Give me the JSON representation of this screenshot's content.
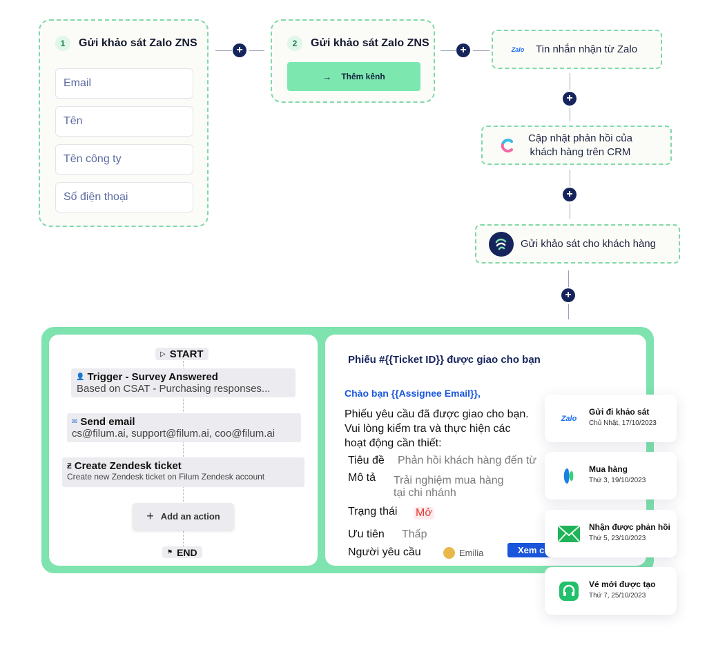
{
  "step1": {
    "number": "1",
    "title": "Gửi khảo sát Zalo ZNS",
    "fields": [
      "Email",
      "Tên",
      "Tên công ty",
      "Số điện thoại"
    ]
  },
  "step2": {
    "number": "2",
    "title": "Gửi khảo sát Zalo ZNS",
    "button_label": "Thêm kênh",
    "button_icon": "arrow-right-icon"
  },
  "flow_nodes": {
    "zalo_message": {
      "label": "Tin nhắn nhận từ Zalo",
      "icon": "zalo-icon",
      "icon_text": "Zalo"
    },
    "crm_update": {
      "label_line1": "Cập nhật phản hồi của",
      "label_line2": "khách hàng trên CRM",
      "icon": "crm-icon"
    },
    "send_survey": {
      "label": "Gửi khảo sát cho khách hàng",
      "icon": "filum-icon"
    }
  },
  "connectors": {
    "plus_symbol": "+"
  },
  "workflow": {
    "start_label": "START",
    "end_label": "END",
    "trigger_title": "Trigger - Survey Answered",
    "trigger_subtitle": "Based on CSAT - Purchasing responses...",
    "email_title": "Send email",
    "email_recipients": "cs@filum.ai, support@filum.ai, coo@filum.ai",
    "zendesk_title": "Create Zendesk ticket",
    "zendesk_subtitle": "Create new Zendesk ticket on Filum Zendesk account",
    "add_action_label": "Add an action"
  },
  "email_preview": {
    "subject": "Phiếu #{{Ticket ID}} được giao cho bạn",
    "greeting": "Chào bạn {{Assignee Email}},",
    "body_line1": "Phiếu yêu cầu đã được giao cho bạn.",
    "body_line2": "Vui lòng kiểm tra và thực hiện các",
    "body_line3": "hoạt động cần thiết:",
    "rows": {
      "title_label": "Tiêu đề",
      "title_value": "Phản hồi khách hàng đến từ",
      "desc_label": "Mô tả",
      "desc_value_line1": "Trải nghiệm mua hàng",
      "desc_value_line2": "tại chi nhánh",
      "status_label": "Trạng thái",
      "status_value": "Mở",
      "priority_label": "Ưu tiên",
      "priority_value": "Thấp",
      "requester_label": "Người yêu cầu",
      "requester_value": "Emilia"
    },
    "view_button": "Xem c"
  },
  "timeline": [
    {
      "title": "Gửi đi khảo sát",
      "date": "Chủ Nhật, 17/10/2023",
      "icon": "zalo-icon",
      "icon_text": "Zalo"
    },
    {
      "title": "Mua hàng",
      "date": "Thứ 3, 19/10/2023",
      "icon": "shop-icon"
    },
    {
      "title": "Nhận được phản hồi",
      "date": "Thứ 5, 23/10/2023",
      "icon": "mail-icon"
    },
    {
      "title": "Vé mới được tạo",
      "date": "Thứ 7, 25/10/2023",
      "icon": "headset-icon"
    }
  ],
  "colors": {
    "accent_green": "#7ee3ae",
    "navy": "#16245c",
    "link_blue": "#1a56db",
    "status_red": "#e53935"
  }
}
